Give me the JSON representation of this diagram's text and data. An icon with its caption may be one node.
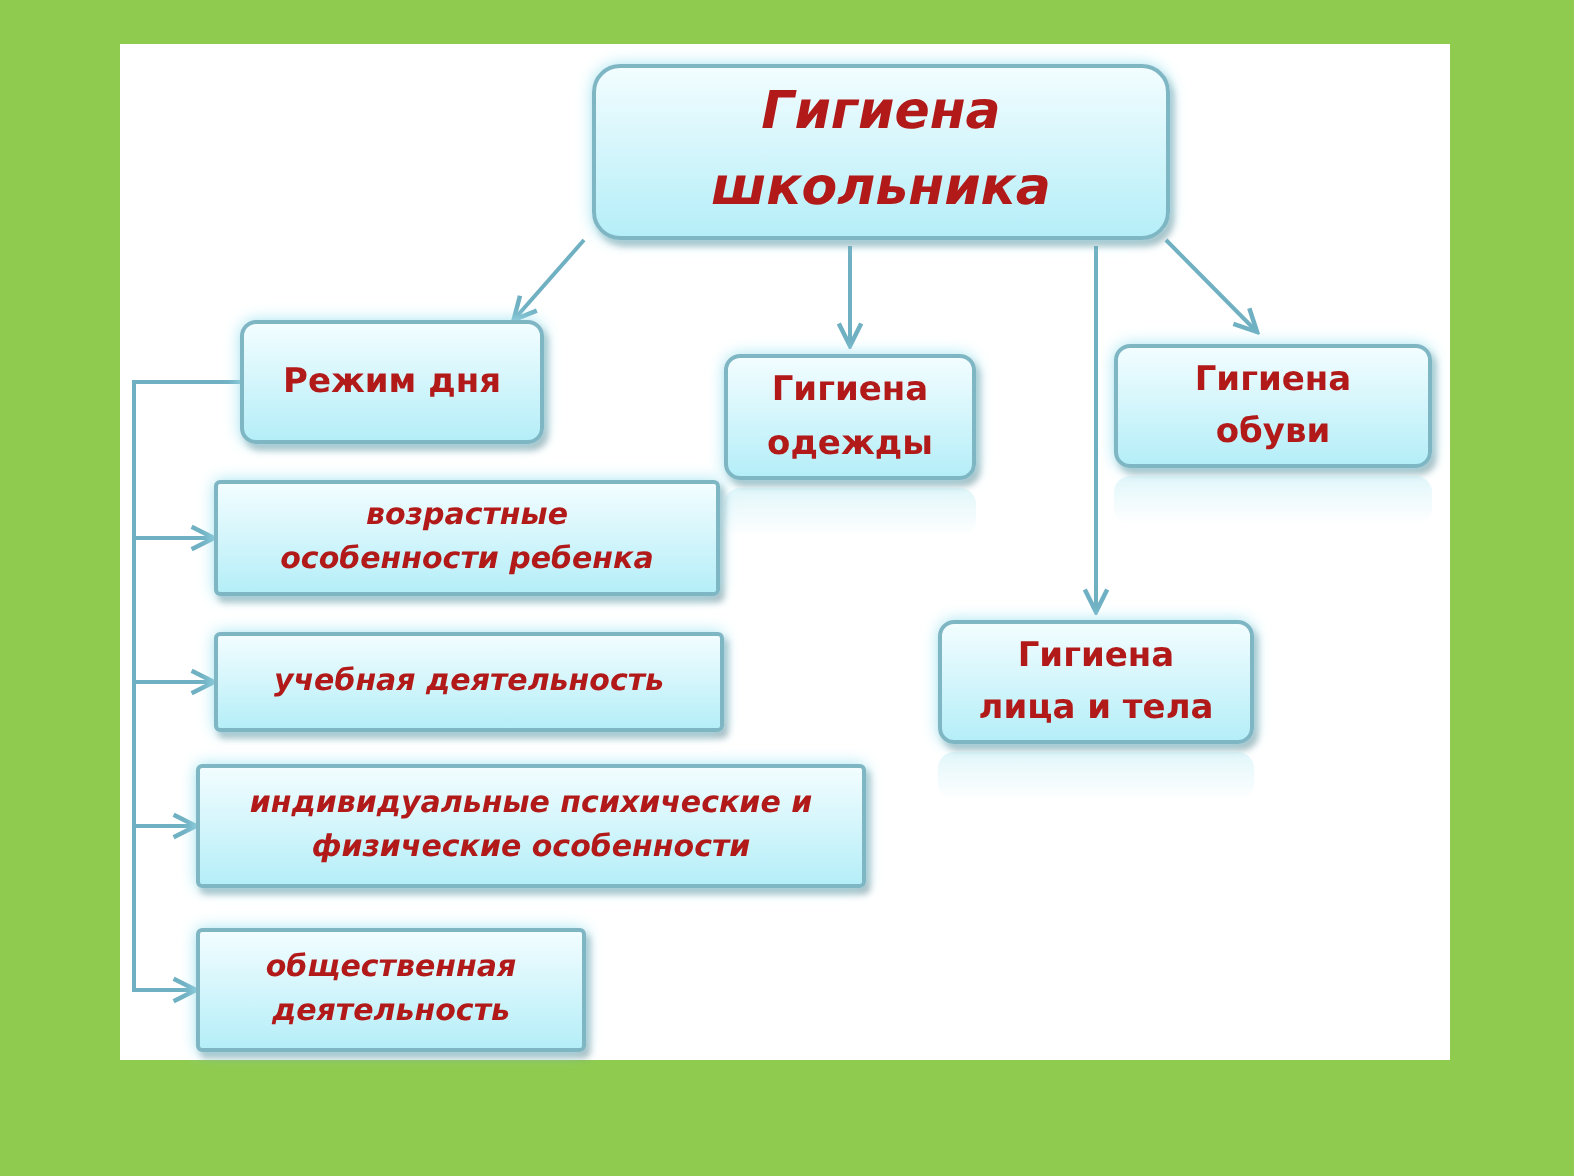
{
  "diagram": {
    "nodes": [
      {
        "text": [
          "Гигиена школьника"
        ]
      },
      {
        "text": [
          "Режим дня"
        ]
      },
      {
        "text": [
          "Гигиена одежды"
        ]
      },
      {
        "text": [
          "Гигиена обуви"
        ]
      },
      {
        "text": [
          "Гигиена лица и тела"
        ]
      },
      {
        "text": [
          "возрастные особенности ребенка"
        ]
      },
      {
        "text": [
          "учебная деятельность"
        ]
      },
      {
        "text": [
          "индивидуальные психические и физические особенности"
        ]
      },
      {
        "text": [
          "общественная деятельность"
        ]
      }
    ],
    "edges": [
      {
        "from": 0,
        "to": 1,
        "arrow": "to"
      },
      {
        "from": 0,
        "to": 2,
        "arrow": "to"
      },
      {
        "from": 0,
        "to": 3,
        "arrow": "to"
      },
      {
        "from": 0,
        "to": 4,
        "arrow": "to"
      },
      {
        "from": 1,
        "to": 5,
        "arrow": "to"
      },
      {
        "from": 1,
        "to": 6,
        "arrow": "to"
      },
      {
        "from": 1,
        "to": 7,
        "arrow": "to"
      },
      {
        "from": 1,
        "to": 8,
        "arrow": "to"
      }
    ]
  }
}
